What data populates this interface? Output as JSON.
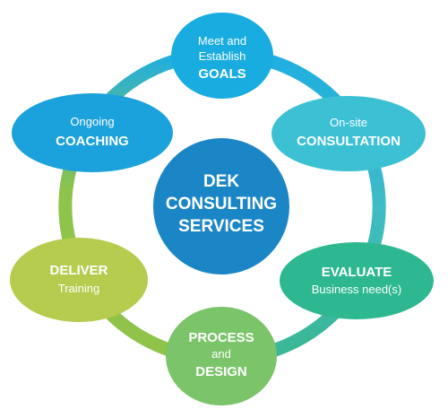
{
  "colors": {
    "ring_top": "#1eaee2",
    "ring_bottom_left": "#8fc349",
    "ring_bottom_right": "#3ab792",
    "center": "#1b86c6",
    "goals": "#19ace1",
    "consultation": "#3cc0d4",
    "evaluate": "#2db891",
    "process": "#7bc46a",
    "deliver": "#b5cc4f",
    "coaching": "#1ba1db"
  },
  "center": {
    "line1": "DEK",
    "line2": "CONSULTING",
    "line3": "SERVICES"
  },
  "nodes": {
    "goals": {
      "line1": "Meet and",
      "line2": "Establish",
      "title": "GOALS"
    },
    "consultation": {
      "subtitle": "On-site",
      "title": "CONSULTATION"
    },
    "evaluate": {
      "title": "EVALUATE",
      "subtitle": "Business need(s)"
    },
    "process": {
      "line1": "PROCESS",
      "line2": "and",
      "line3": "DESIGN"
    },
    "deliver": {
      "title": "DELIVER",
      "subtitle": "Training"
    },
    "coaching": {
      "subtitle": "Ongoing",
      "title": "COACHING"
    }
  }
}
